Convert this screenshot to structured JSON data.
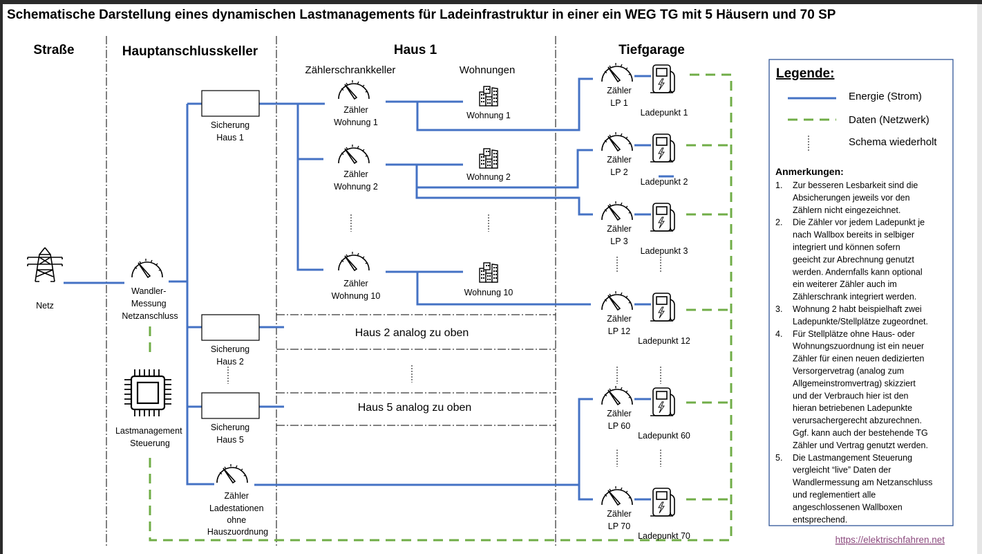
{
  "title": "Schematische Darstellung eines dynamischen Lastmanagements für Ladeinfrastruktur in einer ein WEG TG mit 5 Häusern und 70 SP",
  "sections": {
    "strasse": "Straße",
    "hauptanschluss": "Hauptanschlusskeller",
    "haus1": "Haus 1",
    "tiefgarage": "Tiefgarage"
  },
  "subsections": {
    "zaehlerschrankkeller": "Zählerschrankkeller",
    "wohnungen": "Wohnungen"
  },
  "netz": {
    "icon": "power-pylon-icon",
    "label": "Netz"
  },
  "wandler": {
    "icon": "gauge-icon",
    "lines": [
      "Wandler-",
      "Messung",
      "Netzanschluss"
    ]
  },
  "steuerung": {
    "icon": "chip-icon",
    "lines": [
      "Lastmanagement",
      "Steuerung"
    ]
  },
  "sicherungen": [
    {
      "lines": [
        "Sicherung",
        "Haus 1"
      ]
    },
    {
      "lines": [
        "Sicherung",
        "Haus 2"
      ]
    },
    {
      "lines": [
        "Sicherung",
        "Haus 5"
      ]
    }
  ],
  "zaehler_ohne": {
    "icon": "gauge-icon",
    "lines": [
      "Zähler",
      "Ladestationen",
      "ohne",
      "Hauszuordnung"
    ]
  },
  "wohnung_zaehler": [
    {
      "lines": [
        "Zähler",
        "Wohnung 1"
      ]
    },
    {
      "lines": [
        "Zähler",
        "Wohnung 2"
      ]
    },
    {
      "lines": [
        "Zähler",
        "Wohnung 10"
      ]
    }
  ],
  "wohnungen": [
    {
      "icon": "buildings-icon",
      "label": "Wohnung 1"
    },
    {
      "icon": "buildings-icon",
      "label": "Wohnung 2"
    },
    {
      "icon": "buildings-icon",
      "label": "Wohnung 10"
    }
  ],
  "haus_analog": [
    "Haus 2 analog zu oben",
    "Haus 5 analog zu oben"
  ],
  "ladepunkte": [
    {
      "meter": [
        "Zähler",
        "LP 1"
      ],
      "label": "Ladepunkt 1"
    },
    {
      "meter": [
        "Zähler",
        "LP 2"
      ],
      "label": "Ladepunkt 2"
    },
    {
      "meter": [
        "Zähler",
        "LP 3"
      ],
      "label": "Ladepunkt 3"
    },
    {
      "meter": [
        "Zähler",
        "LP 12"
      ],
      "label": "Ladepunkt 12"
    },
    {
      "meter": [
        "Zähler",
        "LP 60"
      ],
      "label": "Ladepunkt 60"
    },
    {
      "meter": [
        "Zähler",
        "LP 70"
      ],
      "label": "Ladepunkt 70"
    }
  ],
  "legend": {
    "title": "Legende:",
    "items": [
      {
        "type": "energy",
        "label": "Energie (Strom)",
        "color": "#4472C4"
      },
      {
        "type": "data",
        "label": "Daten (Netzwerk)",
        "color": "#70AD47"
      },
      {
        "type": "repeat",
        "label": "Schema wiederholt",
        "color": "#000000"
      }
    ],
    "notes_title": "Anmerkungen:",
    "notes": [
      {
        "num": "1.",
        "lines": [
          "Zur besseren Lesbarkeit sind die",
          "Absicherungen jeweils vor den",
          "Zählern nicht eingezeichnet."
        ]
      },
      {
        "num": "2.",
        "lines": [
          "Die Zähler vor jedem Ladepunkt je",
          "nach Wallbox bereits in selbiger",
          "integriert und können sofern",
          "geeicht zur Abrechnung genutzt",
          "werden. Andernfalls kann optional",
          "ein weiterer Zähler auch im",
          "Zählerschrank integriert werden."
        ]
      },
      {
        "num": "3.",
        "lines": [
          "Wohnung 2 habt beispielhaft zwei",
          "Ladepunkte/Stellplätze zugeordnet."
        ]
      },
      {
        "num": "4.",
        "lines": [
          "Für Stellplätze ohne Haus- oder",
          "Wohnungszuordnung ist ein neuer",
          "Zähler für einen neuen dedizierten",
          "Versorgervetrag (analog zum",
          "Allgemeinstromvertrag) skizziert",
          "und der Verbrauch hier ist den",
          "hieran betriebenen Ladepunkte",
          "verursachergerecht abzurechnen.",
          "Ggf. kann auch der bestehende TG",
          "Zähler und Vertrag genutzt werden."
        ]
      },
      {
        "num": "5.",
        "lines": [
          "Die Lastmangement Steuerung",
          "vergleicht “live” Daten der",
          "Wandlermessung am Netzanschluss",
          "und reglementiert alle",
          "angeschlossenen Wallboxen",
          "entsprechend."
        ]
      }
    ]
  },
  "link": "https://elektrischfahren.net",
  "colors": {
    "energy": "#4472C4",
    "data": "#70AD47",
    "legend_border": "#2F5597",
    "link": "#8c4a7e"
  }
}
